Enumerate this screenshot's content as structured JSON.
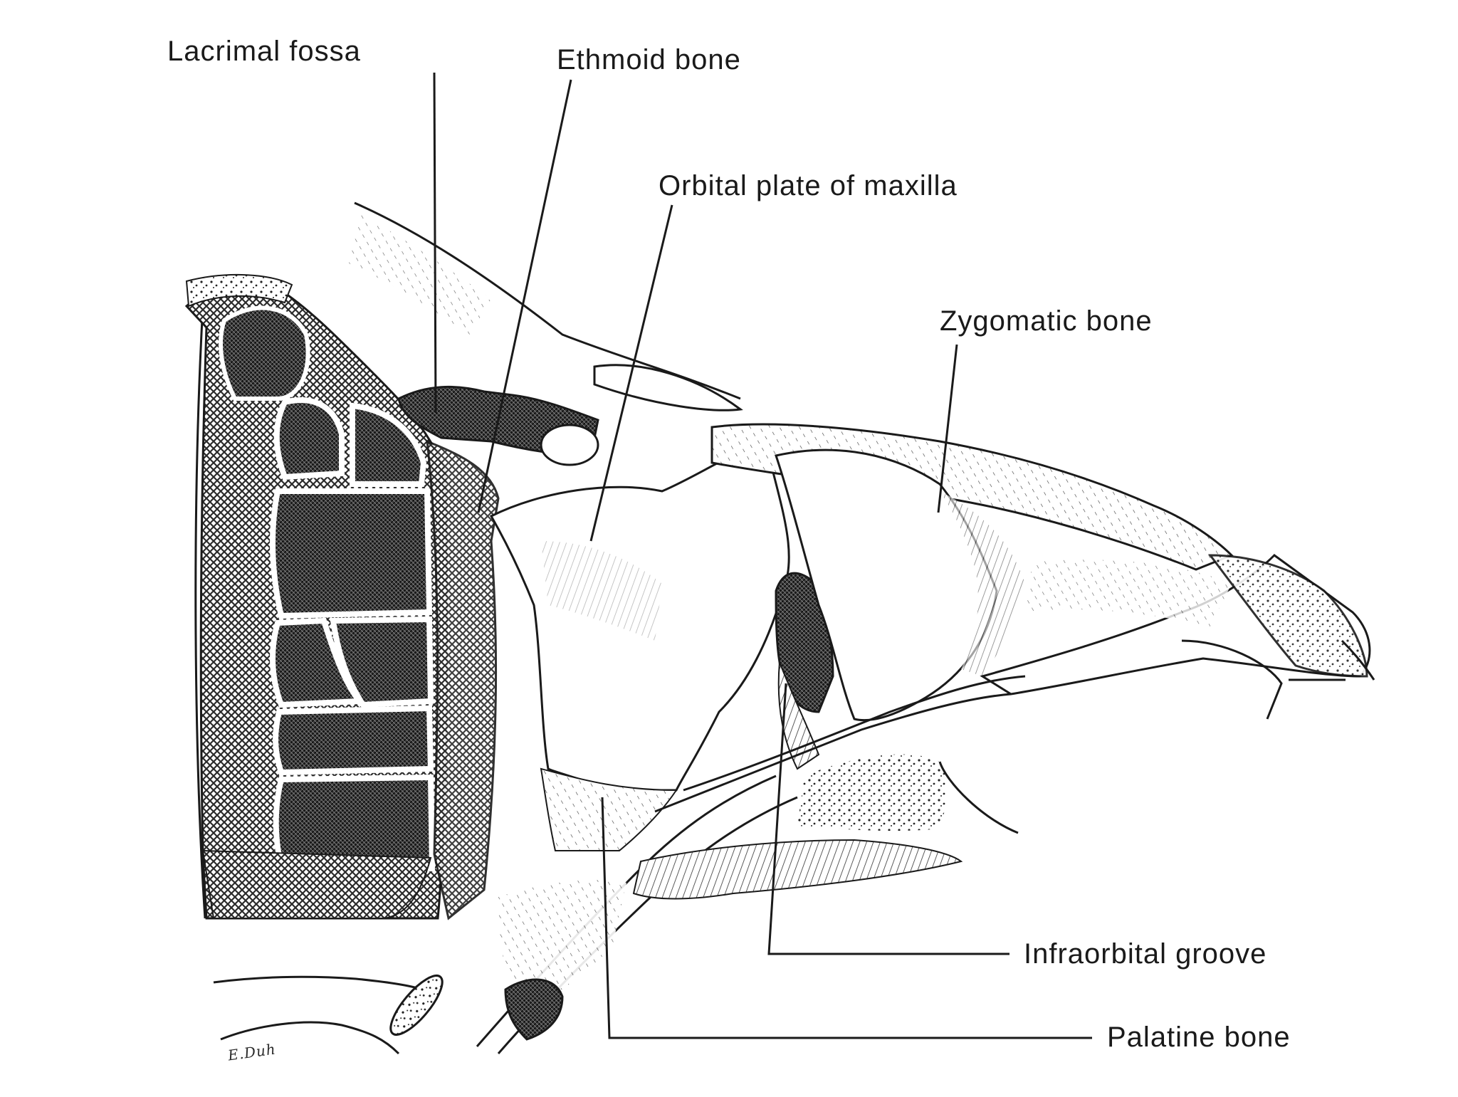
{
  "labels": {
    "lacrimal_fossa": "Lacrimal fossa",
    "ethmoid_bone": "Ethmoid bone",
    "orbital_plate": "Orbital plate of maxilla",
    "zygomatic_bone": "Zygomatic bone",
    "infraorbital_groove": "Infraorbital groove",
    "palatine_bone": "Palatine bone",
    "artist_signature": "E.Duh"
  },
  "colors": {
    "ink": "#1a1a1a",
    "hatch": "#333333",
    "dark": "#2b2b2b",
    "paper": "#ffffff"
  }
}
